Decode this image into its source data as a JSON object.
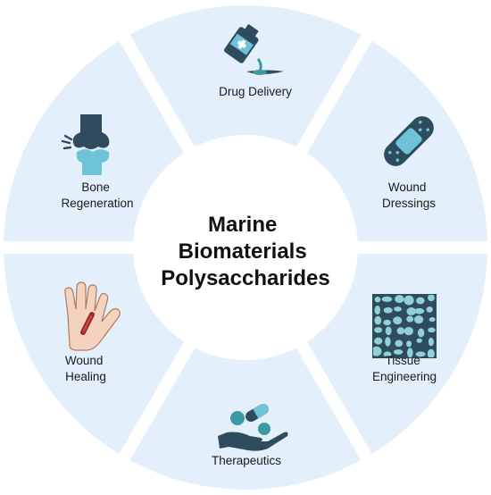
{
  "center": {
    "lines": [
      "Marine",
      "Biomaterials",
      "Polysaccharides"
    ]
  },
  "segments": [
    {
      "id": "drug-delivery",
      "label_lines": [
        "Drug Delivery"
      ],
      "icon": "medicine-bottle-icon"
    },
    {
      "id": "wound-dressings",
      "label_lines": [
        "Wound",
        "Dressings"
      ],
      "icon": "bandage-icon"
    },
    {
      "id": "tissue-engineering",
      "label_lines": [
        "Tissue",
        "Engineering"
      ],
      "icon": "tissue-scaffold-icon"
    },
    {
      "id": "therapeutics",
      "label_lines": [
        "Therapeutics"
      ],
      "icon": "pills-hand-icon"
    },
    {
      "id": "wound-healing",
      "label_lines": [
        "Wound",
        "Healing"
      ],
      "icon": "injured-hand-icon"
    },
    {
      "id": "bone-regeneration",
      "label_lines": [
        "Bone",
        "Regeneration"
      ],
      "icon": "knee-joint-icon"
    }
  ],
  "colors": {
    "segment_fill": "#e3f0fb",
    "separator": "#ffffff",
    "center_fill": "#ffffff",
    "icon_dark": "#2f4c5e",
    "icon_teal": "#3a9aa3",
    "icon_light": "#6ec3d6"
  }
}
